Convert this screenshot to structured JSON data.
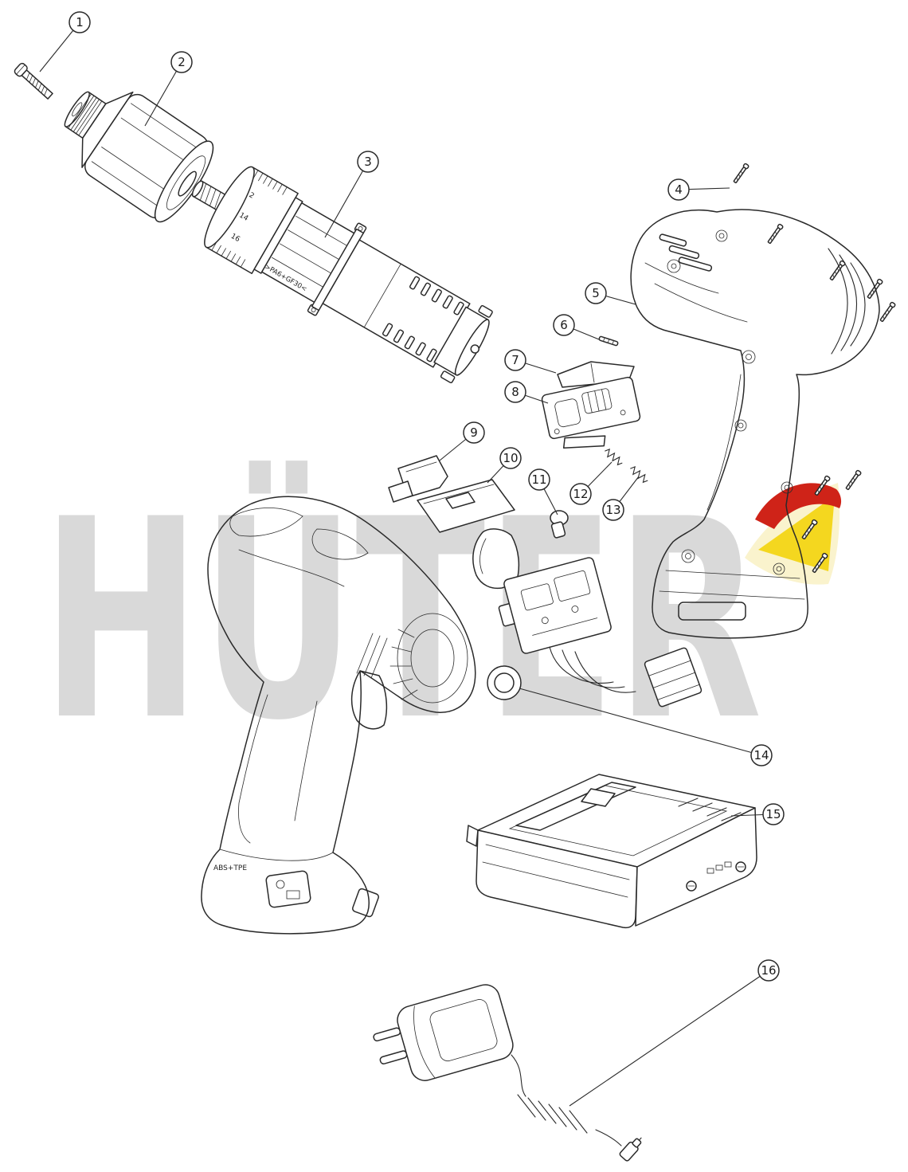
{
  "colors": {
    "line": "#2a2a2a",
    "watermark_gray": "#d9d9d9",
    "logo_red": "#cf2318",
    "logo_yellow": "#f4d71f",
    "logo_pale_yellow": "#faf3cd"
  },
  "watermark": {
    "text": "HÜTER"
  },
  "diagram": {
    "callouts": [
      {
        "label": "1"
      },
      {
        "label": "2"
      },
      {
        "label": "3"
      },
      {
        "label": "4"
      },
      {
        "label": "5"
      },
      {
        "label": "6"
      },
      {
        "label": "7"
      },
      {
        "label": "8"
      },
      {
        "label": "9"
      },
      {
        "label": "10"
      },
      {
        "label": "11"
      },
      {
        "label": "12"
      },
      {
        "label": "13"
      },
      {
        "label": "14"
      },
      {
        "label": "15"
      },
      {
        "label": "16"
      }
    ],
    "annotations": {
      "gearbox_marking": ">PA6+GF30<",
      "handle_marking": "ABS+TPE",
      "clutch_ring_numbers": [
        "2",
        "14",
        "16"
      ]
    }
  }
}
